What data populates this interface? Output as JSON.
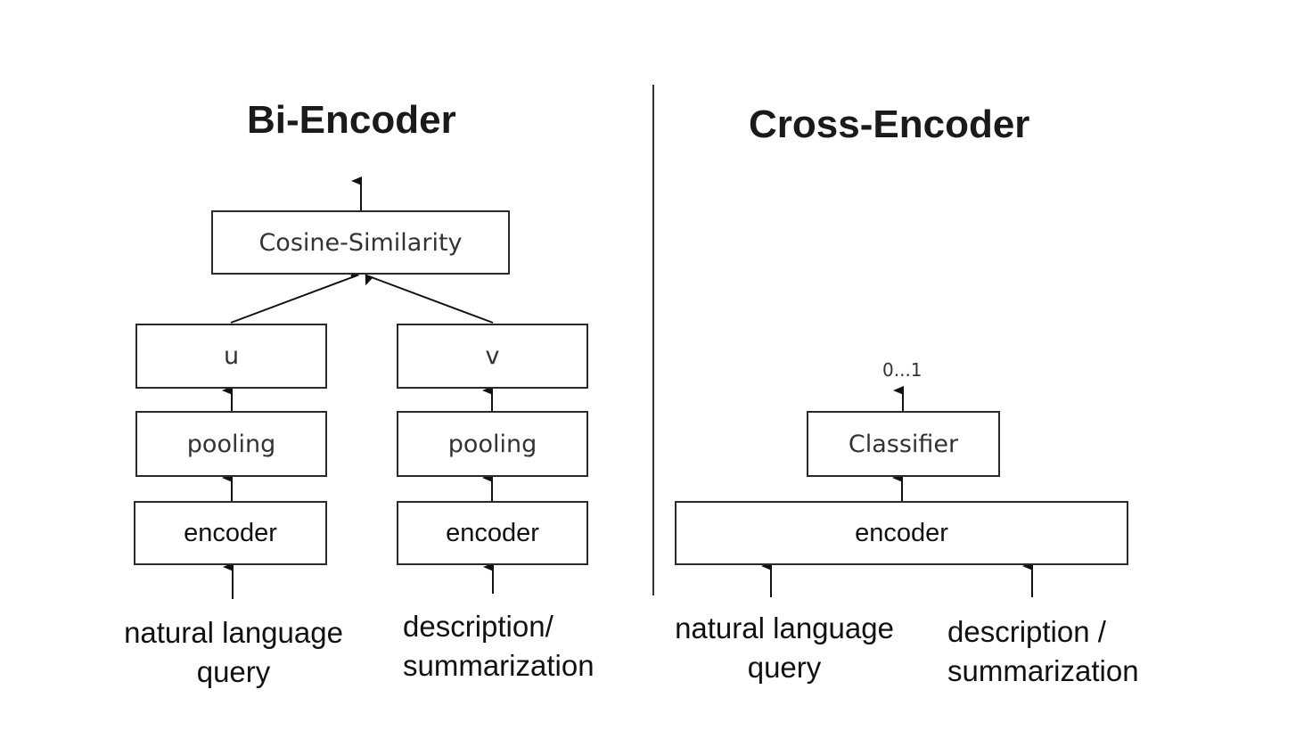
{
  "bi_encoder": {
    "title": "Bi-Encoder",
    "similarity_label": "Cosine-Similarity",
    "left": {
      "vector_label": "u",
      "pooling_label": "pooling",
      "encoder_label": "encoder",
      "input_line1": "natural language",
      "input_line2": "query"
    },
    "right": {
      "vector_label": "v",
      "pooling_label": "pooling",
      "encoder_label": "encoder",
      "input_line1": "description/",
      "input_line2": "summarization"
    }
  },
  "cross_encoder": {
    "title": "Cross-Encoder",
    "output_label": "0...1",
    "classifier_label": "Classifier",
    "encoder_label": "encoder",
    "input_left_line1": "natural language",
    "input_left_line2": "query",
    "input_right_line1": "description /",
    "input_right_line2": "summarization"
  }
}
